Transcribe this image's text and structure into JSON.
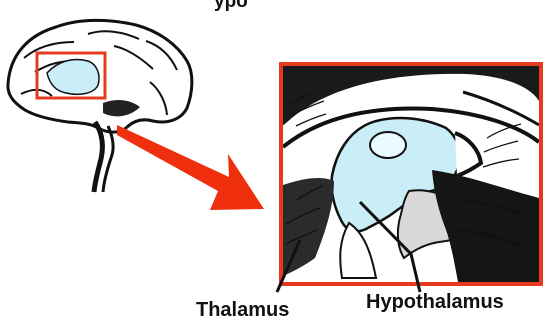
{
  "title_fragment": "ypo",
  "labels": {
    "thalamus": "Thalamus",
    "hypothalamus": "Hypothalamus"
  },
  "colors": {
    "highlight_red": "#e43b1f",
    "arrow_red": "#f02f0e",
    "region_blue": "#c9eef7",
    "ink": "#111111"
  },
  "icons": {
    "brain": "brain-outline-illustration",
    "zoom_arrow": "red-arrow"
  }
}
